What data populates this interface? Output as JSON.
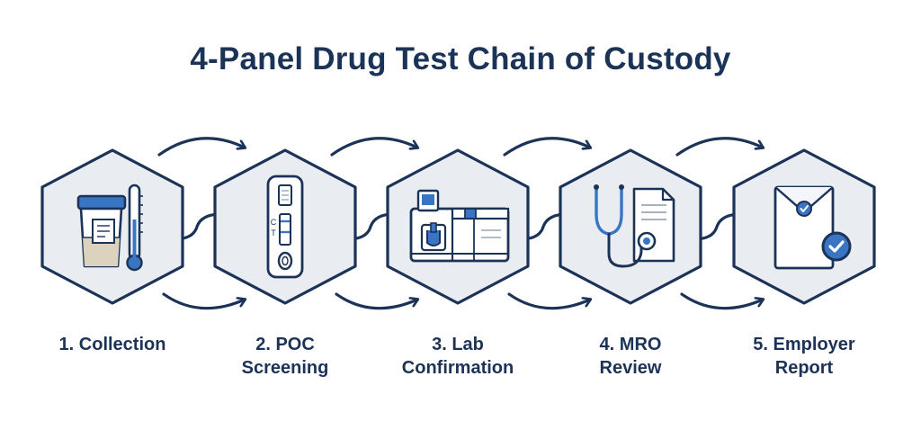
{
  "title": "4-Panel Drug Test Chain of Custody",
  "steps": [
    {
      "number": "1.",
      "line1": "Collection",
      "line2": "",
      "icon": "specimen-cup-icon"
    },
    {
      "number": "2.",
      "line1": "POC",
      "line2": "Screening",
      "icon": "test-cassette-icon"
    },
    {
      "number": "3.",
      "line1": "Lab",
      "line2": "Confirmation",
      "icon": "lab-analyzer-icon"
    },
    {
      "number": "4.",
      "line1": "MRO",
      "line2": "Review",
      "icon": "stethoscope-document-icon"
    },
    {
      "number": "5.",
      "line1": "Employer",
      "line2": "Report",
      "icon": "sealed-envelope-icon"
    }
  ],
  "cassette_marks": {
    "control": "C",
    "test": "T"
  },
  "colors": {
    "navy": "#1c3358",
    "accent": "#3a75c4",
    "hex_fill": "#e9ecf1",
    "icon_fill": "#ffffff"
  }
}
